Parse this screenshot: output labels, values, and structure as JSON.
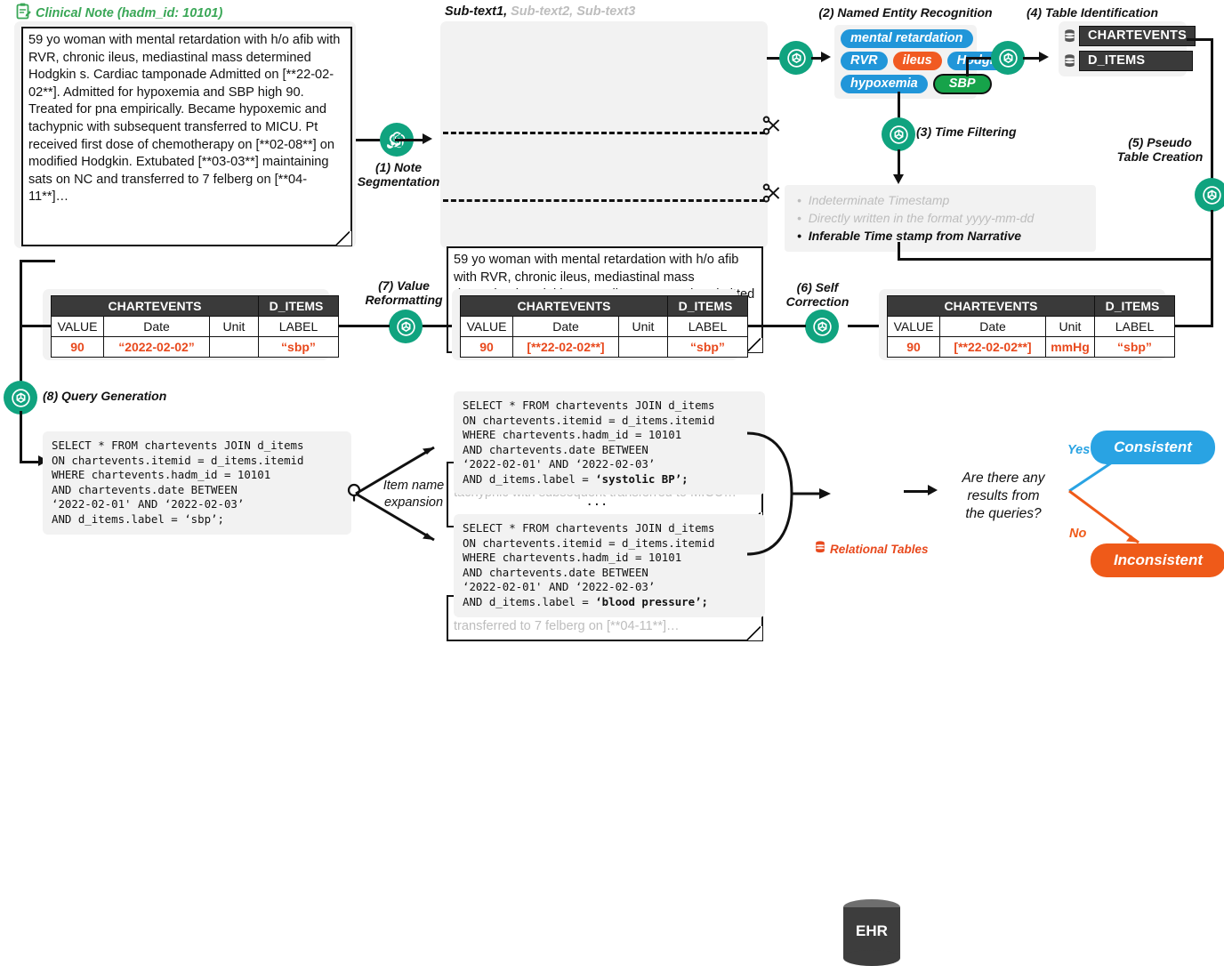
{
  "colors": {
    "green": "#10a37f",
    "blue_tag": "#2196d9",
    "orange_tag": "#f15a22",
    "green_tag": "#16a34a",
    "consistent": "#29a3e3",
    "inconsistent": "#ef5a19",
    "value_orange": "#e8491d",
    "dark_header": "#3a3a3a",
    "dim_gray": "#bdbdbd"
  },
  "clinical_note": {
    "icon": "clipboard-note-icon",
    "header": "Clinical Note (hadm_id: 10101)",
    "body": "59 yo woman with mental retardation with h/o afib with RVR, chronic ileus, mediastinal mass determined Hodgkin s. Cardiac tamponade Admitted on [**22-02-02**]. Admitted for hypoxemia and SBP high 90. Treated for pna empirically. Became hypoxemic and tachypnic with subsequent transferred to MICU. Pt received first dose of chemotherapy on [**02-08**] on modified Hodgkin. Extubated [**03-03**] maintaining sats on NC and transferred to 7 felberg on [**04-11**]…"
  },
  "segmentation": {
    "heading_1": "Sub-text1,",
    "heading_2": " Sub-text2, Sub-text3",
    "subtexts": [
      "59 yo woman with mental retardation with h/o afib with RVR, chronic ileus, mediastinal mass determined Hodgkin s. Cardiac tamponade Admitted on [**22-02-02**]. Admitted for hypoxemia and SBP high 90.",
      "Treated for pna empirically. Became hypoxemic and tachypnic with subsequent transferred to MICU…",
      "Extubated [**03-03**] maintaining sats on NC and transferred to 7 felberg on [**04-11**]…"
    ],
    "scissors_icon": "scissors-icon"
  },
  "steps": {
    "s1": "(1) Note\nSegmentation",
    "s2": "(2) Named Entity Recognition",
    "s3": "(3) Time Filtering",
    "s4": "(4) Table Identification",
    "s5": "(5) Pseudo\nTable Creation",
    "s6": "(6) Self\nCorrection",
    "s7": "(7) Value\nReformatting",
    "s8": "(8) Query Generation"
  },
  "ner": {
    "entities": [
      {
        "text": "mental retardation",
        "color": "blue"
      },
      {
        "text": "RVR",
        "color": "blue"
      },
      {
        "text": "ileus",
        "color": "orange"
      },
      {
        "text": "Hodgkin",
        "color": "blue"
      },
      {
        "text": "hypoxemia",
        "color": "blue"
      },
      {
        "text": "SBP",
        "color": "green"
      }
    ]
  },
  "table_identification": {
    "tables": [
      "CHARTEVENTS",
      "D_ITEMS"
    ],
    "icon": "database-icon"
  },
  "time_filtering": {
    "options": [
      {
        "text": "Indeterminate Timestamp",
        "active": false
      },
      {
        "text": "Directly written in the format yyyy-mm-dd",
        "active": false
      },
      {
        "text": "Inferable Time stamp from Narrative",
        "active": true
      }
    ]
  },
  "pseudo_tables": {
    "chartevents_title": "CHARTEVENTS",
    "d_items_title": "D_ITEMS",
    "columns": [
      "VALUE",
      "Date",
      "Unit"
    ],
    "d_items_column": "LABEL",
    "stage_pseudo": {
      "value": "90",
      "date": "[**22-02-02**]",
      "unit": "mmHg",
      "label": "“sbp”"
    },
    "stage_corrected": {
      "value": "90",
      "date": "[**22-02-02**]",
      "unit": "",
      "label": "“sbp”"
    },
    "stage_reformatted": {
      "value": "90",
      "date": "“2022-02-02”",
      "unit": "",
      "label": "“sbp”"
    }
  },
  "queries": {
    "base": "SELECT * FROM chartevents JOIN d_items\nON chartevents.itemid = d_items.itemid\nWHERE chartevents.hadm_id = 10101\nAND chartevents.date BETWEEN\n‘2022-02-01' AND ‘2022-02-03’\nAND d_items.label = ‘sbp’;",
    "expansion_label": "Item name\nexpansion",
    "expansion_icon": "magnifier-icon",
    "variant_1_head": "SELECT * FROM chartevents JOIN d_items\nON chartevents.itemid = d_items.itemid\nWHERE chartevents.hadm_id = 10101\nAND chartevents.date BETWEEN\n‘2022-02-01' AND ‘2022-02-03’\nAND d_items.label = ",
    "variant_1_label": "‘systolic BP’;",
    "ellipsis": "...",
    "variant_2_head": "SELECT * FROM chartevents JOIN d_items\nON chartevents.itemid = d_items.itemid\nWHERE chartevents.hadm_id = 10101\nAND chartevents.date BETWEEN\n‘2022-02-01' AND ‘2022-02-03’\nAND d_items.label = ",
    "variant_2_label": "‘blood pressure’;"
  },
  "ehr": {
    "label": "EHR",
    "caption": "Relational Tables",
    "caption_icon": "database-icon-red",
    "question": "Are there any\nresults from\nthe queries?",
    "yes_label": "Yes",
    "no_label": "No",
    "consistent": "Consistent",
    "inconsistent": "Inconsistent"
  }
}
